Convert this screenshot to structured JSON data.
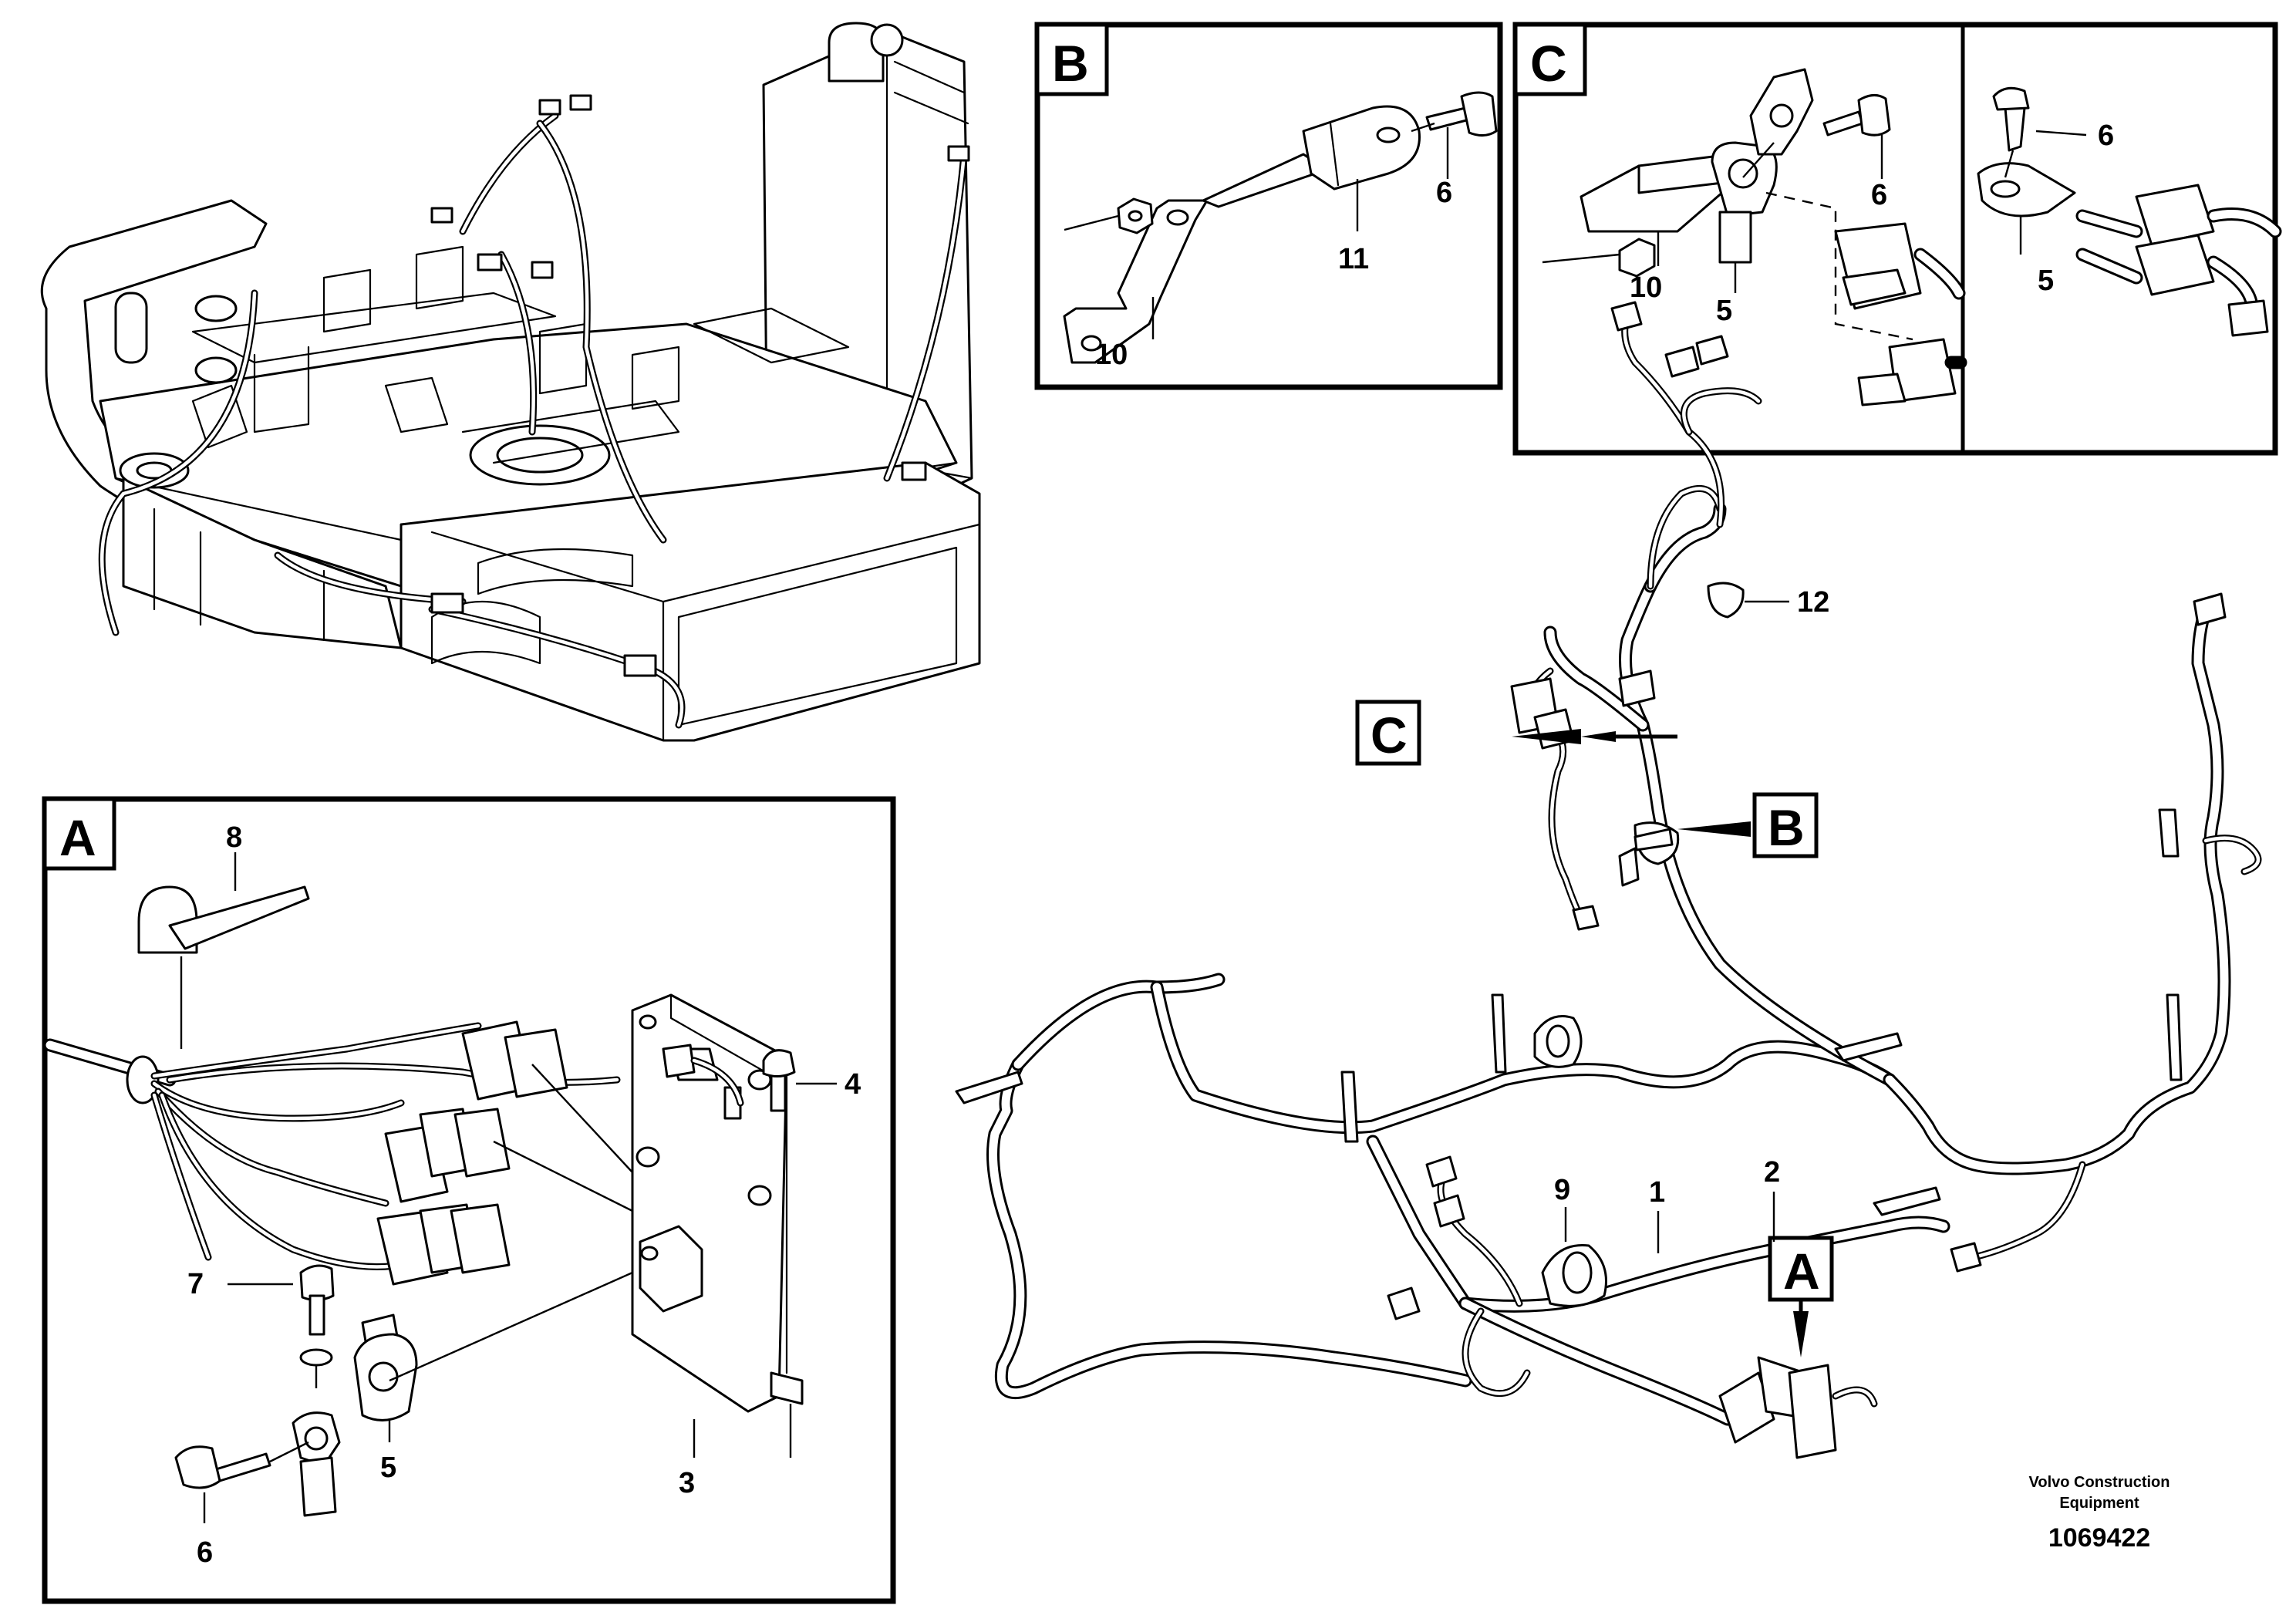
{
  "document": {
    "credit_line1": "Volvo Construction",
    "credit_line2": "Equipment",
    "drawing_number": "1069422"
  },
  "detail_views": {
    "A": {
      "letter": "A",
      "callouts": [
        "8",
        "4",
        "7",
        "5",
        "3",
        "6"
      ]
    },
    "B": {
      "letter": "B",
      "callouts": [
        "6",
        "11",
        "10"
      ]
    },
    "C": {
      "letter": "C",
      "callouts": [
        "6",
        "10",
        "5",
        "6",
        "5"
      ]
    }
  },
  "main_view": {
    "pointer_labels": [
      "C",
      "B",
      "A"
    ],
    "callouts": [
      "12",
      "9",
      "1",
      "2"
    ]
  }
}
